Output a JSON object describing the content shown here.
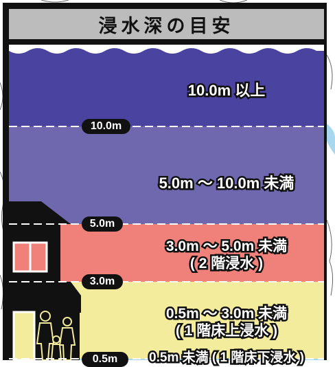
{
  "title": "浸水深の目安",
  "bands": [
    {
      "line1": "10.0m 以上",
      "line2": "",
      "color": "#4b43a0"
    },
    {
      "line1": "5.0m 〜 10.0m 未満",
      "line2": "",
      "color": "#7068ae"
    },
    {
      "line1": "3.0m 〜 5.0m 未満",
      "line2": "( 2 階浸水 )",
      "color": "#f0807a"
    },
    {
      "line1": "0.5m 〜 3.0m 未満",
      "line2": "( 1 階床上浸水 )",
      "color": "#f3ec9c"
    },
    {
      "line1": "0.5m 未満 ( 1 階床下浸水 )",
      "line2": "",
      "color": "#a8d8f0"
    }
  ],
  "depth_labels": [
    "10.0m",
    "5.0m",
    "3.0m",
    "0.5m"
  ]
}
